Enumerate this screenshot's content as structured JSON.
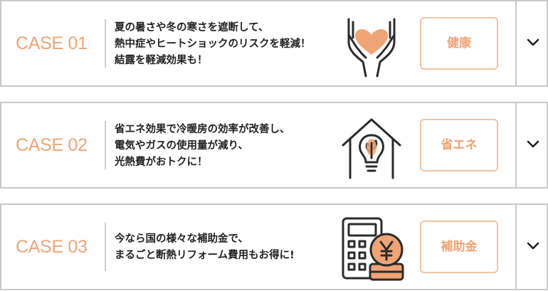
{
  "cases": [
    {
      "label": "CASE 01",
      "lines": [
        "夏の暑さや冬の寒さを遮断して、",
        "熱中症やヒートショックのリスクを軽減！",
        "結露を軽減効果も！"
      ],
      "tag": "健康",
      "icon": "heart-hands-icon"
    },
    {
      "label": "CASE 02",
      "lines": [
        "省エネ効果で冷暖房の効率が改善し、",
        "電気やガスの使用量が減り、",
        "光熱費がおトクに！"
      ],
      "tag": "省エネ",
      "icon": "house-lightbulb-icon"
    },
    {
      "label": "CASE 03",
      "lines": [
        "今なら国の様々な補助金で、",
        "まるごと断熱リフォーム費用もお得に!"
      ],
      "tag": "補助金",
      "icon": "calculator-yen-coin-icon"
    }
  ],
  "colors": {
    "accent": "#efa476",
    "accent_border": "#efc4a6",
    "border": "#c9c9c9",
    "text": "#222222",
    "icon_stroke": "#2b2b2b"
  }
}
